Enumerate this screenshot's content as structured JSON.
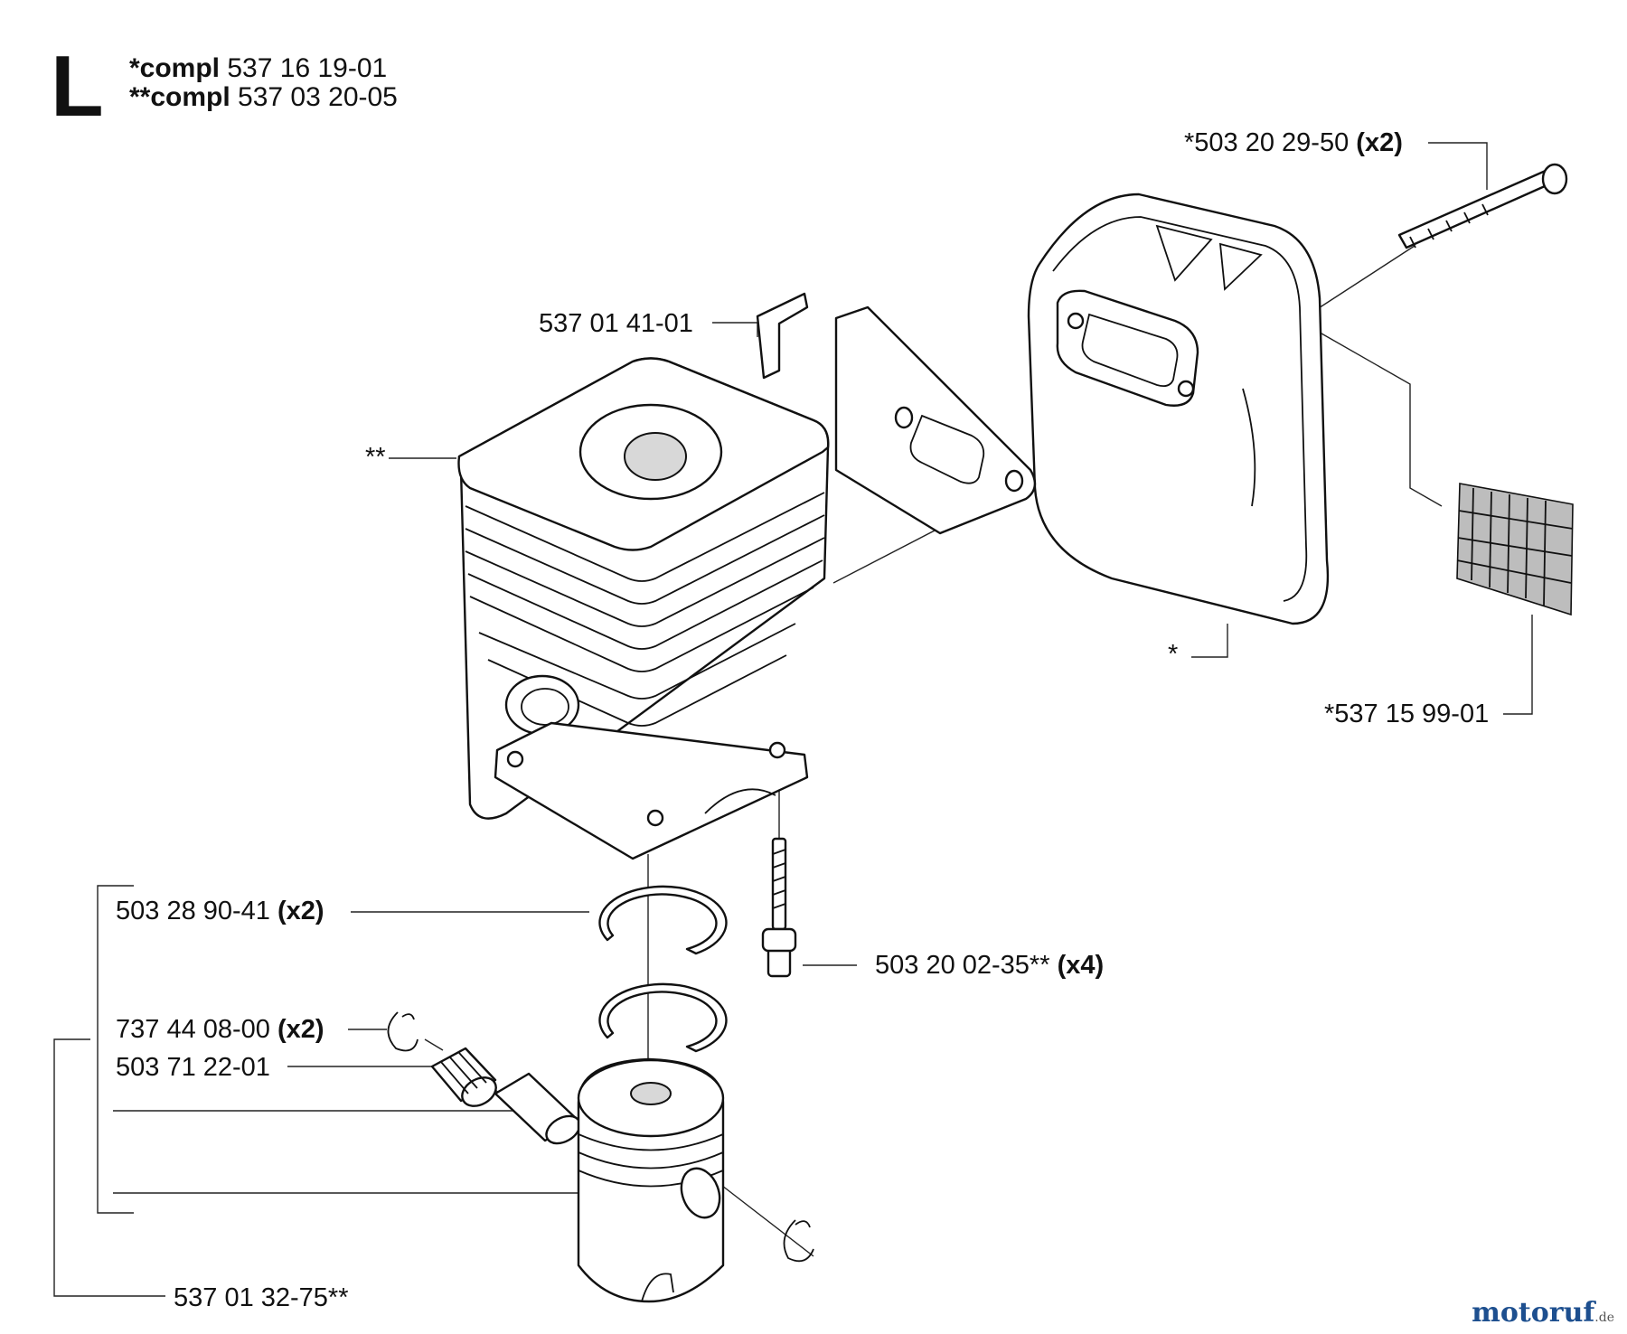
{
  "section_letter": "L",
  "assemblies": [
    {
      "prefix": "*compl",
      "number": "537 16 19-01"
    },
    {
      "prefix": "**compl",
      "number": "537 03 20-05"
    }
  ],
  "parts": {
    "muffler_bolt": {
      "number": "*503 20 29-50",
      "qty": "(x2)"
    },
    "bracket": {
      "number": "537 01 41-01",
      "qty": ""
    },
    "cylinder": {
      "number": "**",
      "qty": ""
    },
    "muffler": {
      "number": "*",
      "qty": ""
    },
    "screen": {
      "number": "*537 15 99-01",
      "qty": ""
    },
    "piston_ring": {
      "number": "503 28 90-41",
      "qty": "(x2)"
    },
    "cylinder_screw": {
      "number": "503 20 02-35**",
      "qty": "(x4)"
    },
    "circlip": {
      "number": "737 44 08-00",
      "qty": "(x2)"
    },
    "needle_bearing": {
      "number": "503 71 22-01",
      "qty": ""
    },
    "piston": {
      "number": "537 01 32-75**",
      "qty": ""
    }
  },
  "watermark": {
    "brand": "motoruf",
    "suffix": ".de"
  }
}
